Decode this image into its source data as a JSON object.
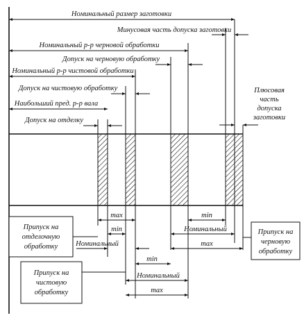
{
  "labels": {
    "nominal_blank": "Номинальный размер заготовки",
    "minus_tol_blank": "Минусовая часть допуска заготовки",
    "nominal_rough": "Номинальный р-р черновой обработки",
    "tol_rough": "Допуск на черновую обработку",
    "nominal_finish": "Номинальный р-р чистовой обработки",
    "tol_finish": "Допуск на чистовую обработку",
    "max_shaft": "Наибольший пред. р-р вала",
    "tol_polish": "Допуск на отделку",
    "plus_tol_line1": "Плюсовая",
    "plus_tol_line2": "часть",
    "plus_tol_line3": "допуска",
    "plus_tol_line4": "заготовки"
  },
  "dims": {
    "max": "max",
    "min": "min",
    "nominal": "Номинальный"
  },
  "boxes": {
    "allow_polish": [
      "Припуск на",
      "отделочную",
      "обработку"
    ],
    "allow_finish": [
      "Припуск на",
      "чистовую",
      "обработку"
    ],
    "allow_rough": [
      "Припуск на",
      "черновую",
      "обработку"
    ]
  }
}
